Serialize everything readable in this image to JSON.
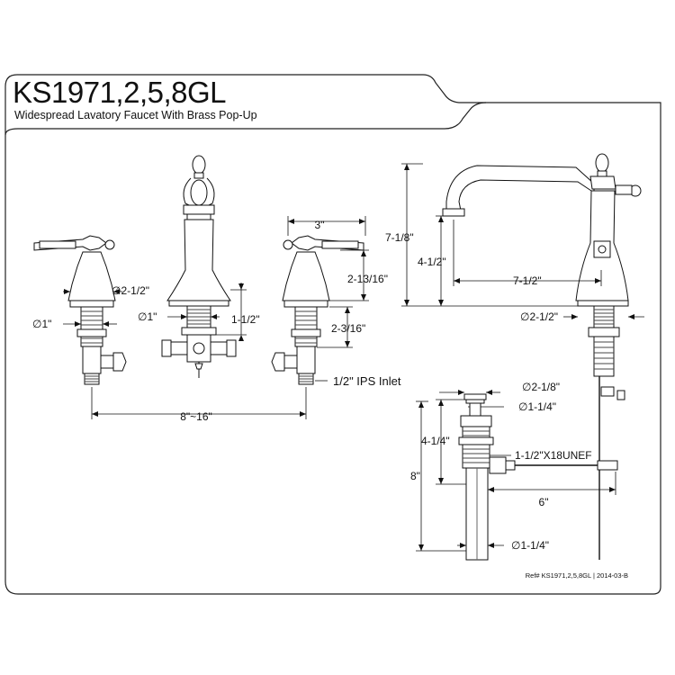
{
  "header": {
    "model": "KS1971,2,5,8GL",
    "subtitle": "Widespread Lavatory Faucet With Brass Pop-Up"
  },
  "footer": {
    "ref": "Ref# KS1971,2,5,8GL | 2014-03-B"
  },
  "dimensions": {
    "spout_reach": "3\"",
    "handle_height": "2-13/16\"",
    "flange_dia_left": "∅2-1/2\"",
    "shank_dia_left": "∅1\"",
    "shank_dia_center": "∅1\"",
    "max_deck_thickness": "1-1/2\"",
    "shank_length": "2-3/16\"",
    "inlet": "1/2\" IPS Inlet",
    "spread": "8\"~16\"",
    "overall_height": "7-1/8\"",
    "spout_height": "4-1/2\"",
    "reach_side": "7-1/2\"",
    "flange_dia_right": "∅2-1/2\"",
    "drain_top_dia": "∅2-1/8\"",
    "drain_flange_dia": "∅1-1/4\"",
    "drain_height_upper": "4-1/4\"",
    "drain_height_total": "8\"",
    "drain_thread": "1-1/2\"X18UNEF",
    "drain_rod_length": "6\"",
    "tailpiece_dia": "∅1-1/4\""
  }
}
